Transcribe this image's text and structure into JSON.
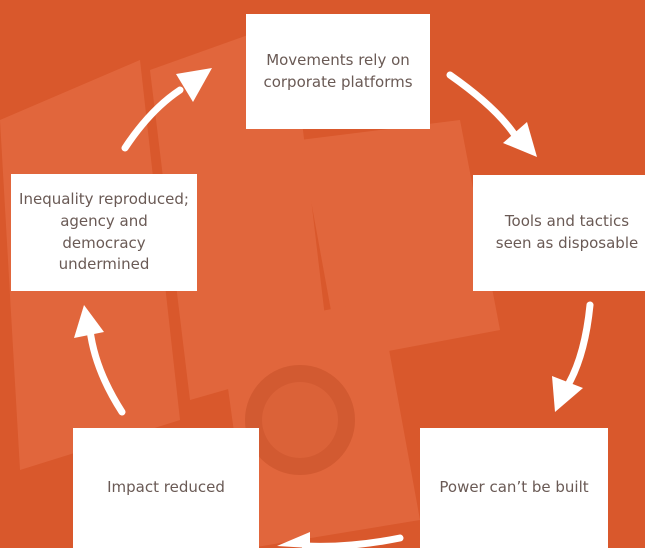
{
  "diagram": {
    "nodes": [
      {
        "id": "top",
        "label": "Movements rely on corporate platforms"
      },
      {
        "id": "right",
        "label": "Tools and tactics seen as disposable"
      },
      {
        "id": "bottom_right",
        "label": "Power can’t be built"
      },
      {
        "id": "bottom_left",
        "label": "Impact reduced"
      },
      {
        "id": "left",
        "label": "Inequality reproduced; agency and democracy undermined"
      }
    ],
    "edges": [
      {
        "from": "top",
        "to": "right"
      },
      {
        "from": "right",
        "to": "bottom_right"
      },
      {
        "from": "bottom_right",
        "to": "bottom_left"
      },
      {
        "from": "bottom_left",
        "to": "left"
      },
      {
        "from": "left",
        "to": "top"
      }
    ],
    "colors": {
      "background": "#d9582c",
      "background_shade": "#e8734a",
      "box": "#ffffff",
      "text": "#6a5a55",
      "arrow": "#ffffff"
    }
  }
}
